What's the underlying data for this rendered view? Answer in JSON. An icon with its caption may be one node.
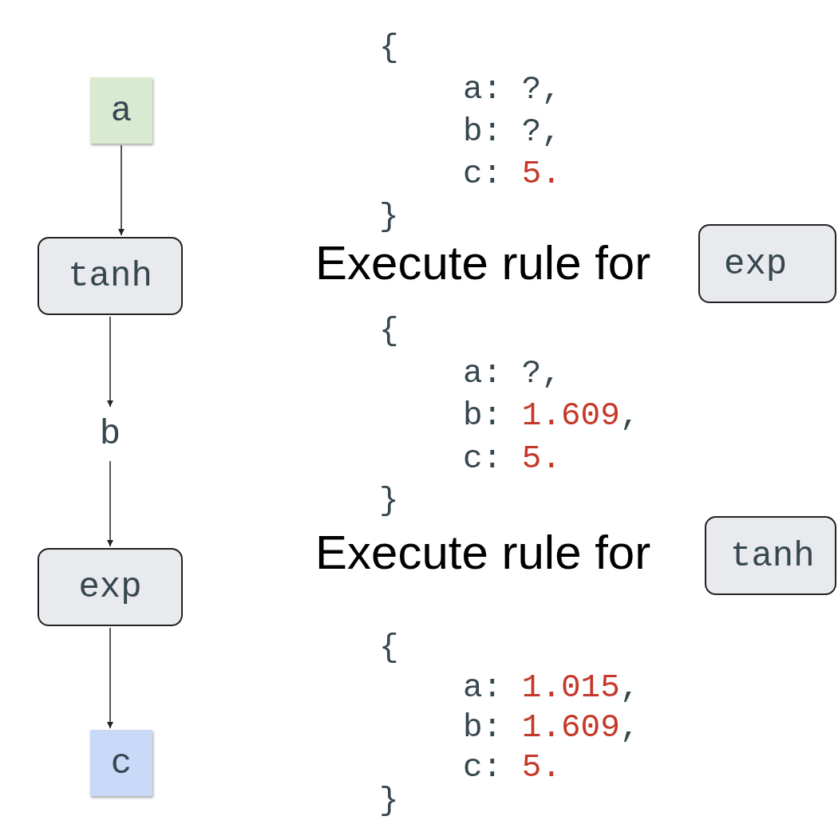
{
  "diagram": {
    "nodes": [
      {
        "text": [
          "a"
        ]
      },
      {
        "text": [
          "tanh"
        ]
      },
      {
        "text": [
          "b"
        ]
      },
      {
        "text": [
          "exp"
        ]
      },
      {
        "text": [
          "c"
        ]
      },
      {
        "text": [
          "exp"
        ]
      },
      {
        "text": [
          "tanh"
        ]
      }
    ],
    "edges": [
      {
        "from": 0,
        "to": 1,
        "arrow": "to"
      },
      {
        "from": 1,
        "to": 2,
        "arrow": "to"
      },
      {
        "from": 2,
        "to": 3,
        "arrow": "to"
      },
      {
        "from": 3,
        "to": 4,
        "arrow": "to"
      }
    ],
    "labels": [
      "{",
      "a: ?,",
      "b: ?,",
      "c: 5.",
      "}",
      "Execute rule for",
      "{",
      "a: ?,",
      "b: 1.609,",
      "c: 5.",
      "}",
      "Execute rule for",
      "{",
      "a: 1.015,",
      "b: 1.609,",
      "c: 5.",
      "}"
    ]
  }
}
